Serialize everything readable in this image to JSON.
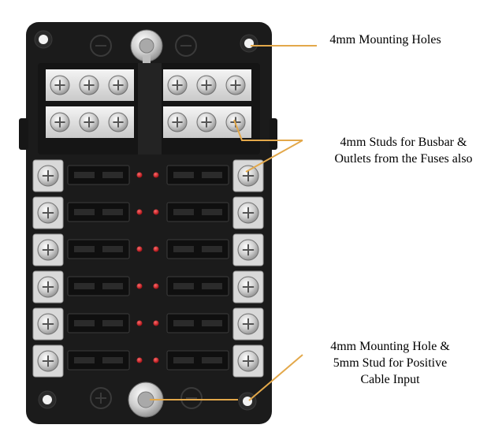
{
  "colors": {
    "body": "#1b1b1b",
    "body_dark": "#0d0d0d",
    "leader": "#e3a84a",
    "led": "#d8161e",
    "metal": "#e6e6e6"
  },
  "labels": {
    "mounting_holes": "4mm Mounting Holes",
    "studs_line1": "4mm Studs for Busbar &",
    "studs_line2": "Outlets from the Fuses also",
    "input_line1": "4mm Mounting Hole  &",
    "input_line2": "5mm Stud for Positive",
    "input_line3": "Cable Input"
  },
  "fuse_rows": 6,
  "busbar_studs": 12
}
